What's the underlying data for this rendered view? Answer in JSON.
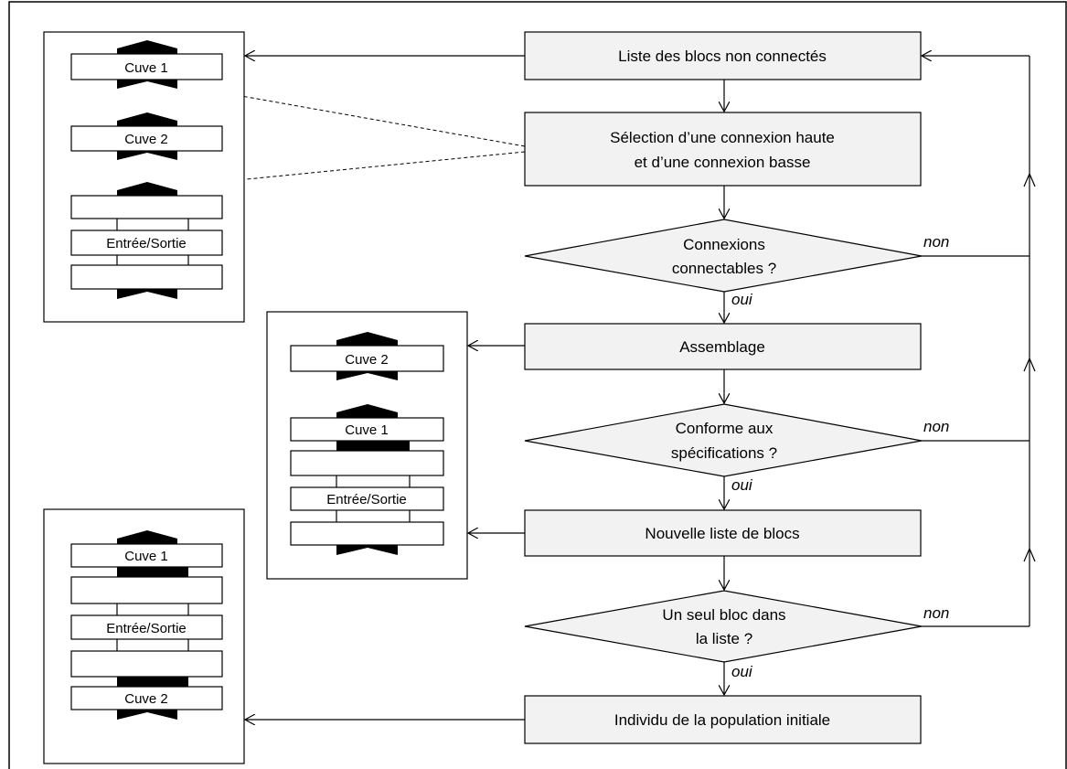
{
  "flow": {
    "steps": {
      "list_unconnected": "Liste des blocs non connectés",
      "selection_line1": "Sélection d’une connexion haute",
      "selection_line2": "et d’une connexion basse",
      "assembly": "Assemblage",
      "new_list": "Nouvelle liste de blocs",
      "individual": "Individu de la population initiale"
    },
    "decisions": {
      "connectable_line1": "Connexions",
      "connectable_line2": "connectables ?",
      "conform_line1": "Conforme aux",
      "conform_line2": "spécifications ?",
      "single_line1": "Un seul bloc dans",
      "single_line2": "la liste ?"
    },
    "branches": {
      "yes": "oui",
      "no": "non"
    }
  },
  "blocks": {
    "panel1": {
      "tank_a": "Cuve 1",
      "tank_b": "Cuve 2",
      "io": "Entrée/Sortie"
    },
    "panel2": {
      "tank_a": "Cuve 2",
      "tank_b": "Cuve 1",
      "io": "Entrée/Sortie"
    },
    "panel3": {
      "tank_a": "Cuve 1",
      "io": "Entrée/Sortie",
      "tank_b": "Cuve 2"
    }
  },
  "colors": {
    "box_fill": "#f2f2f2",
    "stroke": "#000000",
    "connector_fill": "#000000"
  }
}
